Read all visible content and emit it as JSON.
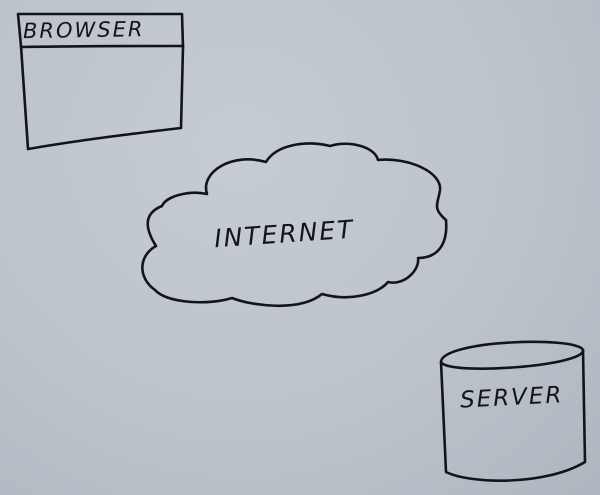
{
  "diagram": {
    "browser": {
      "label": "BROWSER"
    },
    "internet": {
      "label": "INTERNET"
    },
    "server": {
      "label": "SERVER"
    },
    "ink_color": "#141418",
    "board_color": "#bcc3cb"
  }
}
